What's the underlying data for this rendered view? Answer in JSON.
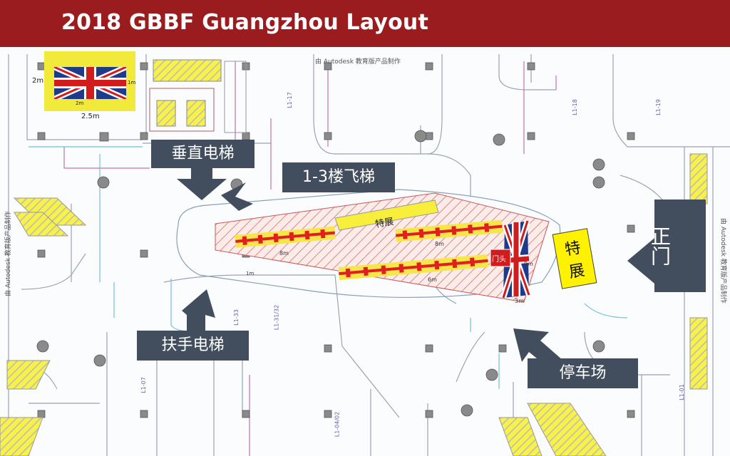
{
  "header": {
    "title": "2018 GBBF Guangzhou Layout",
    "bg_color": "#9b1c1f"
  },
  "watermarks": {
    "top": "由 Autodesk 教育版产品制作",
    "left": "由 Autodesk 教育版产品制作",
    "right": "由 Autodesk 教育版产品制作"
  },
  "legend": {
    "width_label": "2.5m",
    "height_label": "2m",
    "inner_width_label": "2m",
    "inner_height_label": "1m",
    "bg_color": "#f2ea3a"
  },
  "callouts": {
    "vertical_elevator": "垂直电梯",
    "escalator_1_3": "1-3楼飞梯",
    "main_gate": "正门",
    "handrail_escalator": "扶手电梯",
    "parking": "停车场",
    "special_exhibit": "特展",
    "special_exhibit_ramp": "特展",
    "entrance_gate": "门头",
    "callout_color": "#424e5d"
  },
  "booth_dimensions": [
    "8m",
    "8m",
    "9m",
    "6m",
    "3m",
    "1m"
  ],
  "map_labels": {
    "l1_18": "L1-18",
    "l1_19": "L1-19",
    "l1_17": "L1-17",
    "l1_33": "L1-33",
    "l1_31_32": "L1-31/32",
    "l1_07": "L1-07",
    "l1_01": "L1-01",
    "l1_04_02": "L1-04/02"
  }
}
